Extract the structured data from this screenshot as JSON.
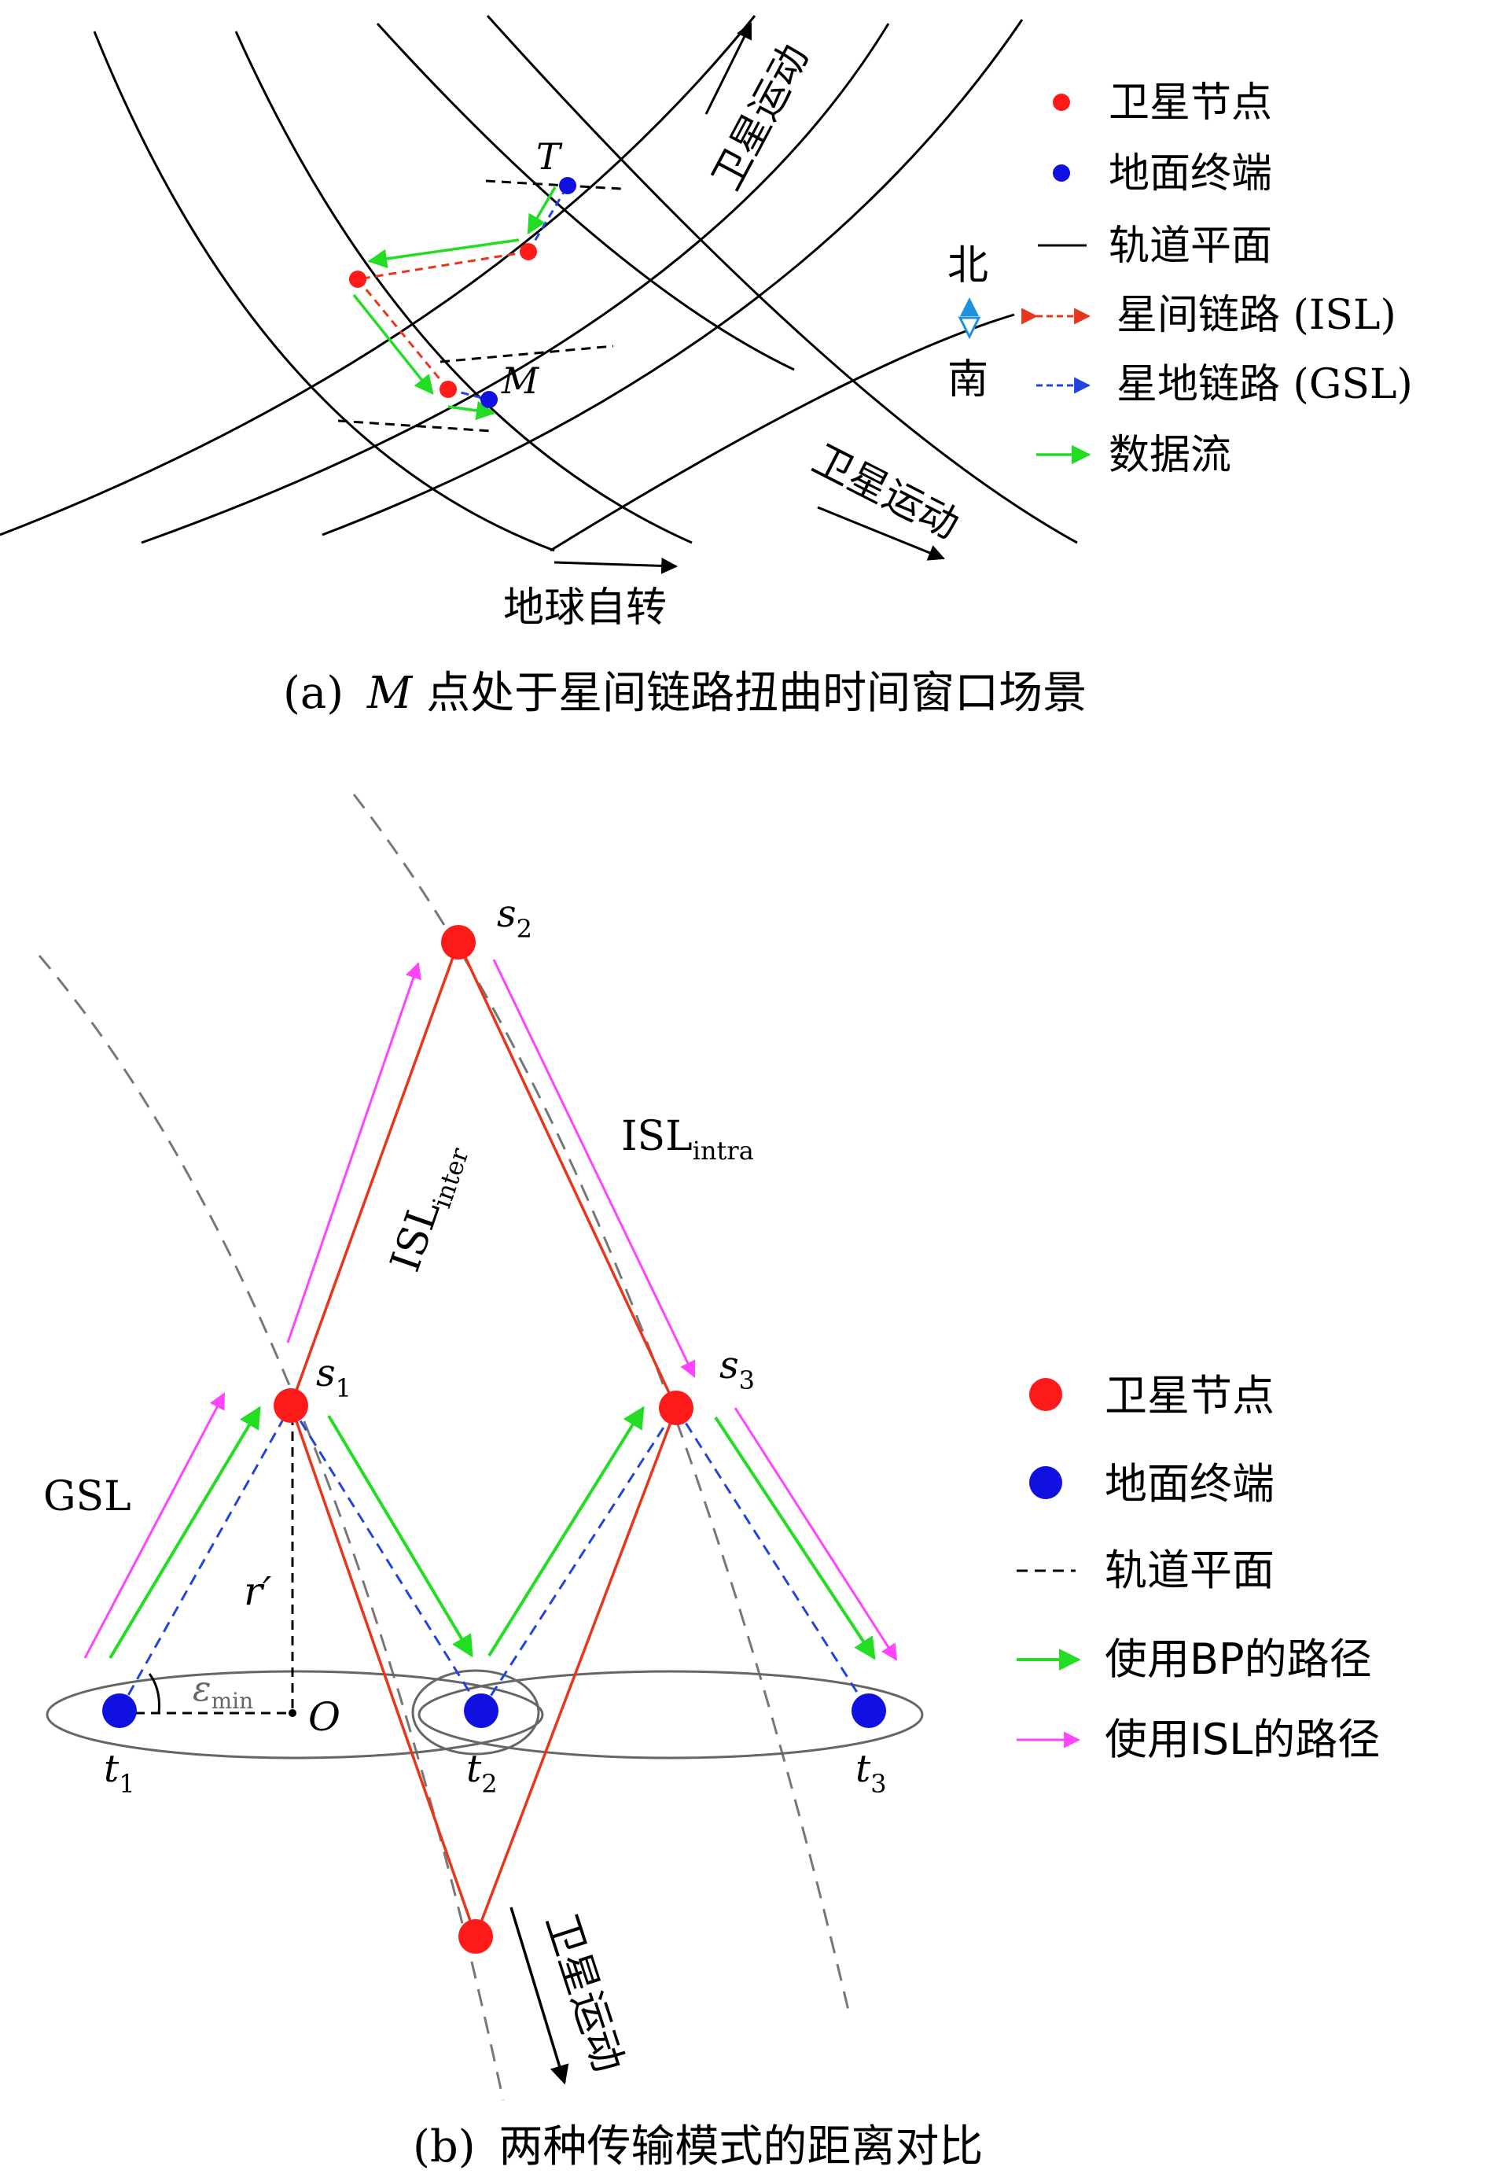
{
  "panel_a": {
    "caption_prefix": "(a)",
    "caption_var": "M",
    "caption_text": "点处于星间链路扭曲时间窗口场景",
    "label_T": "T",
    "label_M": "M",
    "motion_top": "卫星运动",
    "motion_right": "卫星运动",
    "earth_rotation": "地球自转",
    "north": "北",
    "south": "南",
    "legend": [
      "卫星节点",
      "地面终端",
      "轨道平面",
      "星间链路 (ISL)",
      "星地链路 (GSL)",
      "数据流"
    ]
  },
  "panel_b": {
    "caption_prefix": "(b)",
    "caption_text": "两种传输模式的距离对比",
    "s1": "s",
    "s1_sub": "1",
    "s2": "s",
    "s2_sub": "2",
    "s3": "s",
    "s3_sub": "3",
    "t1": "t",
    "t1_sub": "1",
    "t2": "t",
    "t2_sub": "2",
    "t3": "t",
    "t3_sub": "3",
    "isl_inter": "ISL",
    "isl_inter_sub": "inter",
    "isl_intra": "ISL",
    "isl_intra_sub": "intra",
    "gsl": "GSL",
    "r_prime": "r′",
    "epsilon": "ε",
    "epsilon_sub": "min",
    "origin": "O",
    "motion": "卫星运动",
    "legend": [
      "卫星节点",
      "地面终端",
      "轨道平面",
      "使用BP的路径",
      "使用ISL的路径"
    ]
  },
  "colors": {
    "satellite": "#ff1a1a",
    "terminal": "#1010e0",
    "isl": "#e8361c",
    "gsl": "#2244dd",
    "data_flow": "#22dd22",
    "isl_path": "#ff44ff",
    "direction_marker": "#1e90dd"
  }
}
